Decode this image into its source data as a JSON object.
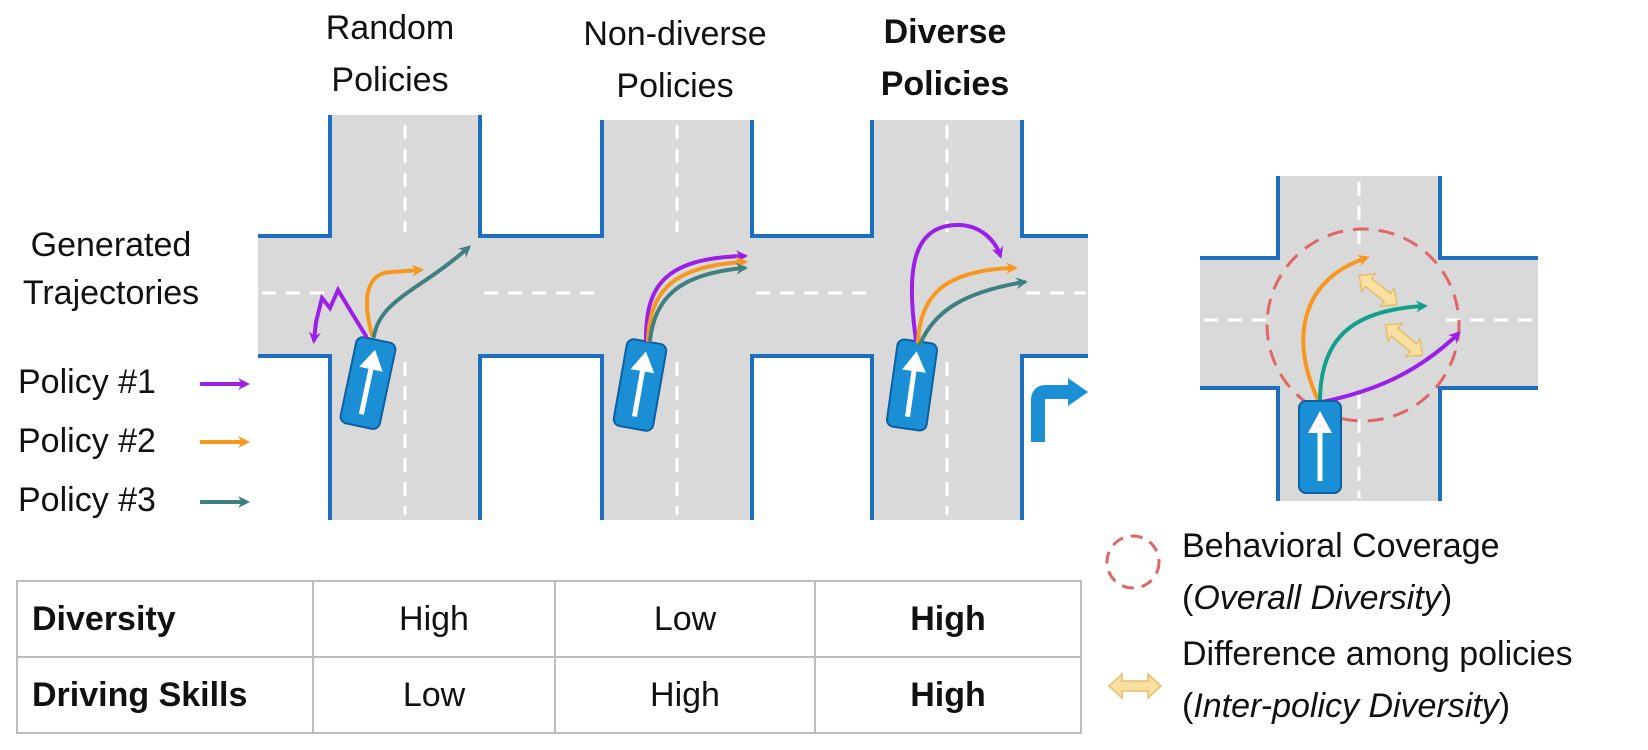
{
  "columns": [
    {
      "line1": "Random",
      "line2": "Policies",
      "bold": false
    },
    {
      "line1": "Non-diverse",
      "line2": "Policies",
      "bold": false
    },
    {
      "line1": "Diverse",
      "line2": "Policies",
      "bold": true
    }
  ],
  "side_label": {
    "line1": "Generated",
    "line2": "Trajectories"
  },
  "policies": [
    {
      "label": "Policy #1",
      "color": "#9b1fe8"
    },
    {
      "label": "Policy #2",
      "color": "#f7971e"
    },
    {
      "label": "Policy #3",
      "color": "#3f7f82"
    }
  ],
  "table": {
    "rows": [
      {
        "label": "Diversity",
        "values": [
          "High",
          "Low",
          "High"
        ]
      },
      {
        "label": "Driving Skills",
        "values": [
          "Low",
          "High",
          "High"
        ]
      }
    ]
  },
  "legend": {
    "coverage": {
      "title": "Behavioral Coverage",
      "open": "(",
      "italic": "Overall Diversity",
      "close": ")"
    },
    "difference": {
      "title": "Difference among policies",
      "open": "(",
      "italic": "Inter-policy Diversity",
      "close": ")"
    }
  },
  "colors": {
    "road": "#d9d9d9",
    "curb": "#1f6fbf",
    "car": "#1a8fd6",
    "coverage_circle": "#e06666",
    "double_arrow": "#f9dfa0",
    "teal_right": "#12a08c"
  }
}
